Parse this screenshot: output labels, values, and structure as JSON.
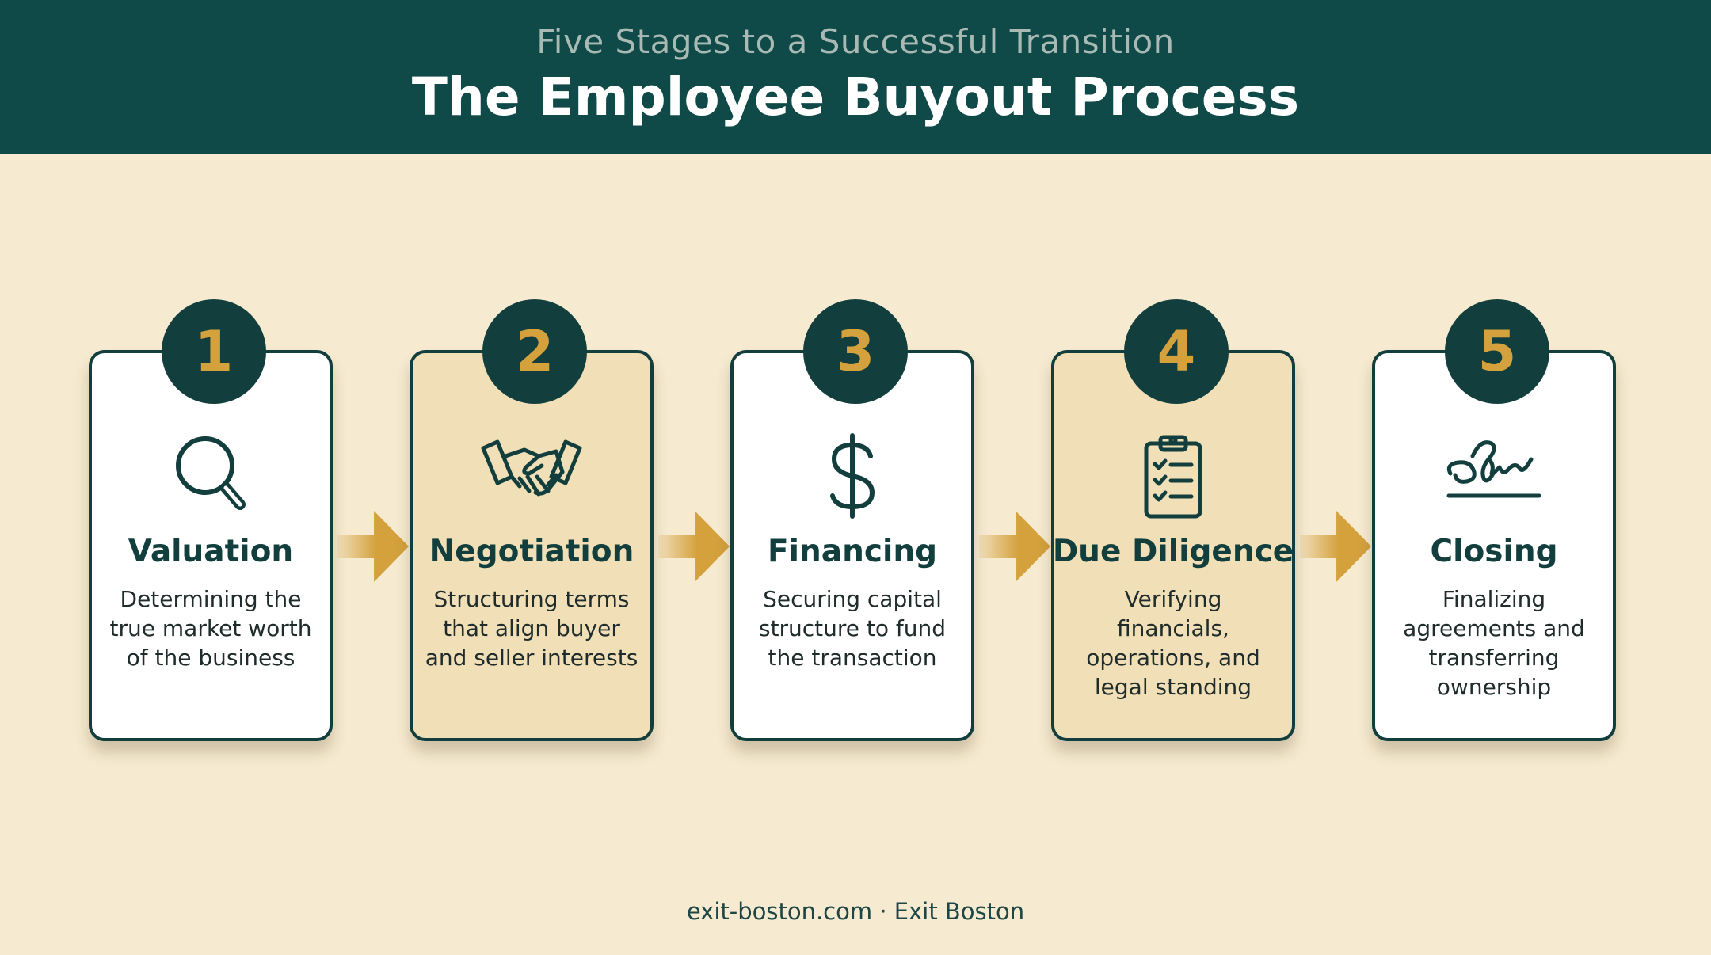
{
  "header": {
    "subtitle": "Five Stages to a Successful Transition",
    "title": "The Employee Buyout Process"
  },
  "stages": [
    {
      "number": "1",
      "icon": "magnifying-glass-icon",
      "title": "Valuation",
      "description": "Determining the true market worth of the business"
    },
    {
      "number": "2",
      "icon": "handshake-icon",
      "title": "Negotiation",
      "description": "Structuring terms that align buyer and seller interests"
    },
    {
      "number": "3",
      "icon": "dollar-sign-icon",
      "title": "Financing",
      "description": "Securing capital structure to fund the transaction"
    },
    {
      "number": "4",
      "icon": "clipboard-checklist-icon",
      "title": "Due Diligence",
      "description": "Verifying financials, operations, and legal standing"
    },
    {
      "number": "5",
      "icon": "signature-icon",
      "title": "Closing",
      "description": "Finalizing agreements and transferring ownership"
    }
  ],
  "footer": "exit-boston.com · Exit Boston",
  "colors": {
    "header_bg": "#0f4a48",
    "page_bg": "#f6ead0",
    "accent_gold": "#d4a13d",
    "dark_teal": "#123f3d",
    "tinted_card": "#f1e0b7"
  }
}
